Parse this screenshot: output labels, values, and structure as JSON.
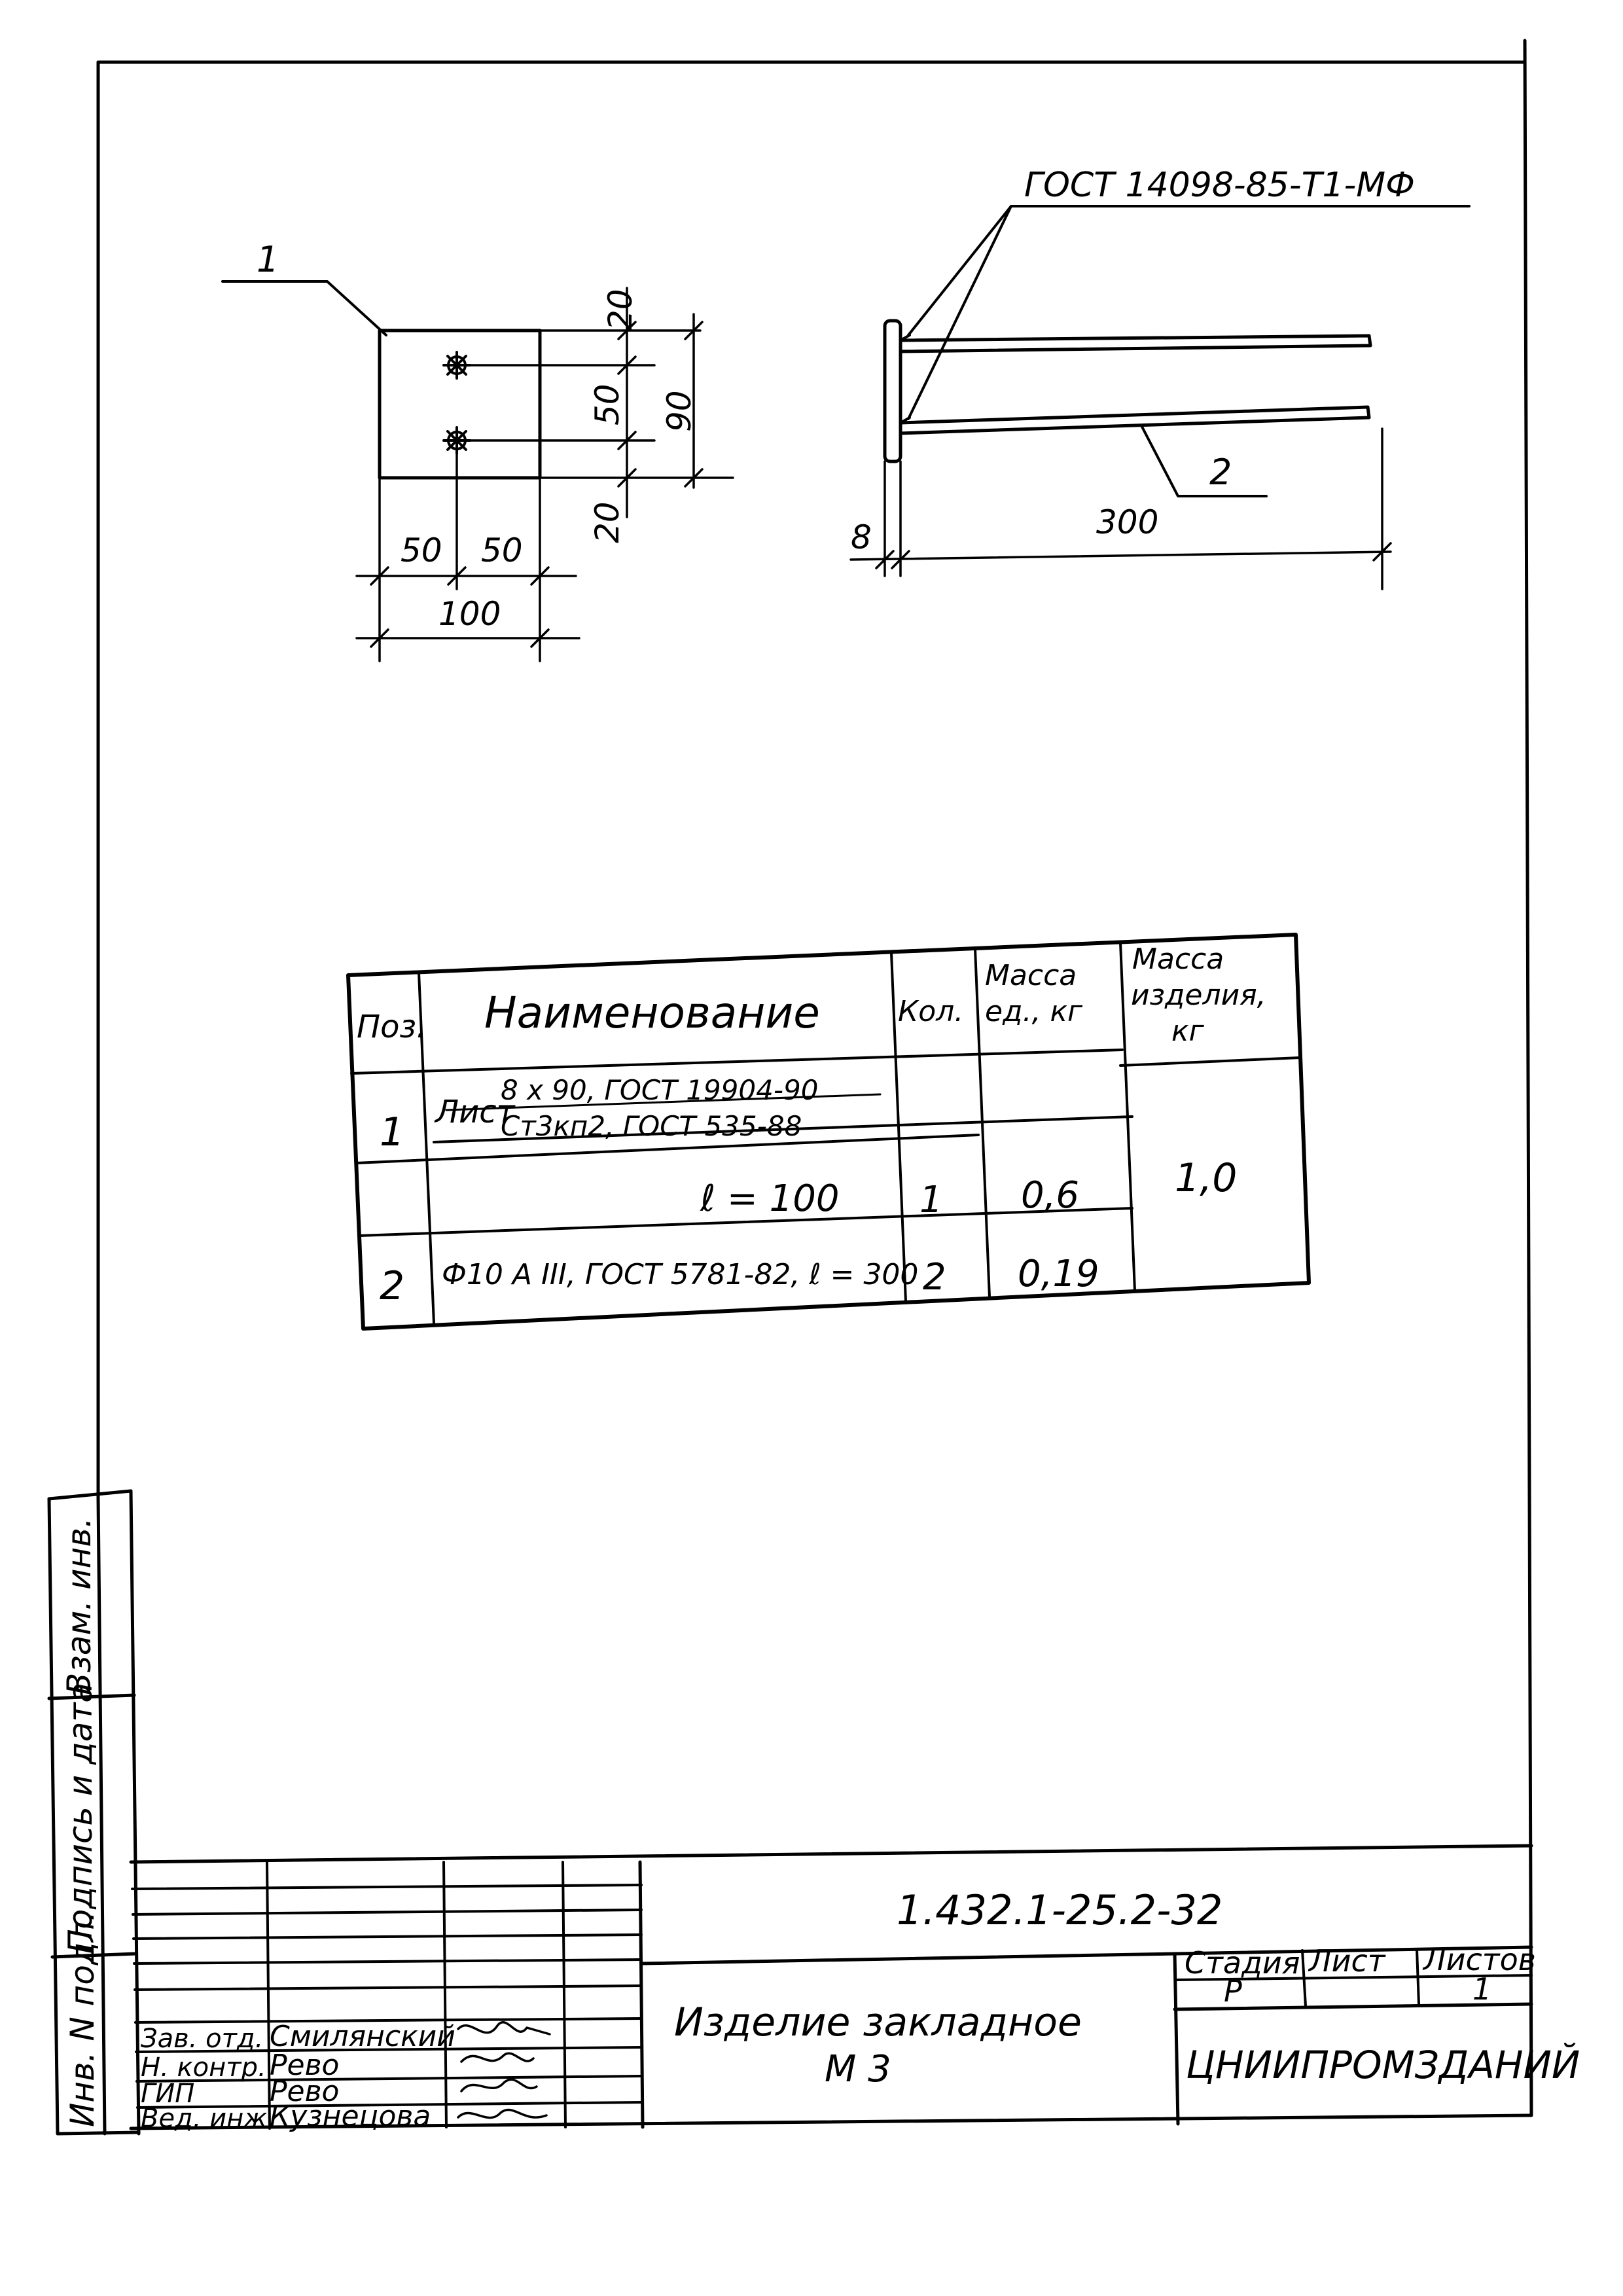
{
  "drawing": {
    "plate": {
      "pos_marker": "1",
      "dim_top": "20",
      "dim_mid": "50",
      "dim_bottom": "20",
      "dim_total_height": "90",
      "dim_left": "50",
      "dim_right": "50",
      "dim_width": "100"
    },
    "side_view": {
      "weld_note": "ГОСТ 14098-85-Т1-МФ",
      "pos_marker": "2",
      "dim_thickness": "8",
      "dim_length": "300"
    }
  },
  "spec_table": {
    "headers": {
      "pos": "Поз.",
      "name": "Наименование",
      "qty": "Кол.",
      "unit_mass": [
        "Масса",
        "ед., кг"
      ],
      "total_mass": [
        "Масса",
        "изделия,",
        "кг"
      ]
    },
    "rows": [
      {
        "pos": "1",
        "name_prefix": "Лист",
        "name_numerator": "8 х 90, ГОСТ 19904-90",
        "name_denominator": "Ст3кп2, ГОСТ 535-88",
        "qty": "",
        "unit_mass": ""
      },
      {
        "pos": "",
        "name": "ℓ = 100",
        "qty": "1",
        "unit_mass": "0,6"
      },
      {
        "pos": "2",
        "name": "Ф10 А III, ГОСТ 5781-82, ℓ = 300",
        "qty": "2",
        "unit_mass": "0,19"
      }
    ],
    "total_mass_value": "1,0"
  },
  "side_stamp": {
    "labels": [
      "Инв. N подл.",
      "Подпись и дата",
      "Взам. инв."
    ]
  },
  "title_block": {
    "doc_code": "1.432.1-25.2-32",
    "title": "Изделие закладное",
    "mark": "М 3",
    "stage_header": "Стадия",
    "sheet_header": "Лист",
    "sheets_header": "Листов",
    "stage_value": "Р",
    "sheet_value": "",
    "sheets_value": "1",
    "organization": "ЦНИИПРОМЗДАНИЙ",
    "signatures": [
      {
        "role": "Зав. отд.",
        "name": "Смилянский"
      },
      {
        "role": "Н. контр.",
        "name": "Рево"
      },
      {
        "role": "ГИП",
        "name": "Рево"
      },
      {
        "role": "Вед. инж.",
        "name": "Кузнецова"
      }
    ]
  }
}
